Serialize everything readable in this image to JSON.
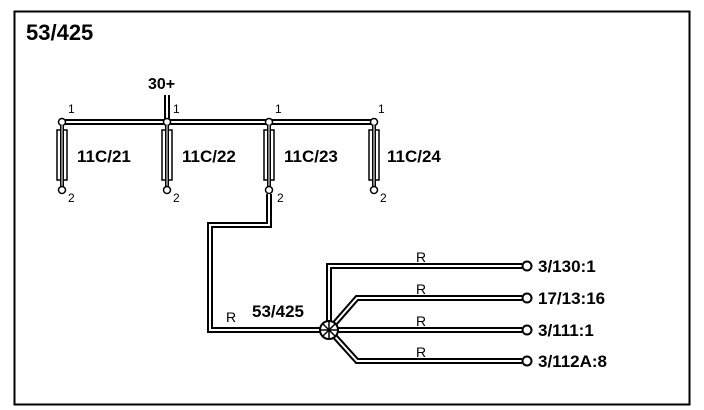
{
  "diagram": {
    "title": "53/425",
    "supply_label": "30+",
    "fuses": [
      {
        "label": "11C/21",
        "pin_top": "1",
        "pin_bottom": "2"
      },
      {
        "label": "11C/22",
        "pin_top": "1",
        "pin_bottom": "2"
      },
      {
        "label": "11C/23",
        "pin_top": "1",
        "pin_bottom": "2"
      },
      {
        "label": "11C/24",
        "pin_top": "1",
        "pin_bottom": "2"
      }
    ],
    "splice_label": "53/425",
    "feed_wire_color": "R",
    "outputs": [
      {
        "wire_color": "R",
        "terminal": "3/130:1"
      },
      {
        "wire_color": "R",
        "terminal": "17/13:16"
      },
      {
        "wire_color": "R",
        "terminal": "3/111:1"
      },
      {
        "wire_color": "R",
        "terminal": "3/112A:8"
      }
    ]
  }
}
